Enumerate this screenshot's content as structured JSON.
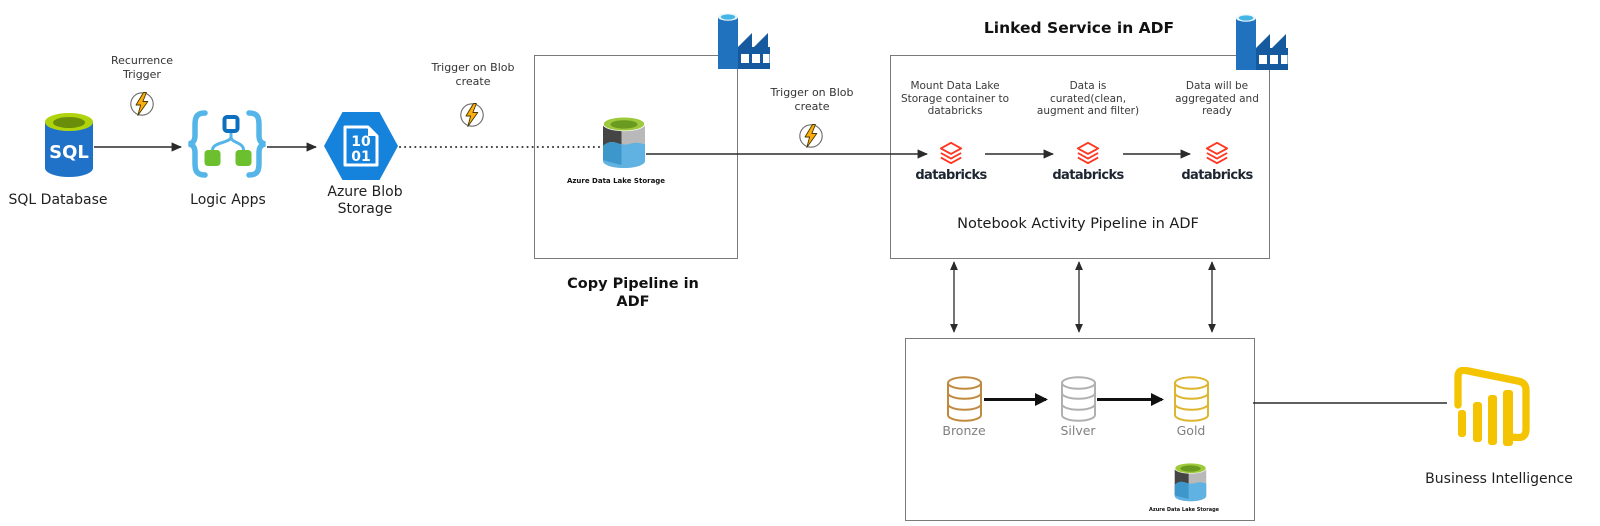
{
  "nodes": {
    "sql_database": {
      "label": "SQL Database",
      "icon_text": "SQL"
    },
    "logic_apps": {
      "label": "Logic Apps"
    },
    "azure_blob_storage": {
      "label": "Azure Blob\nStorage",
      "icon_line1": "10",
      "icon_line2": "01"
    },
    "business_intelligence": {
      "label": "Business Intelligence"
    }
  },
  "annotations": {
    "recurrence_trigger": "Recurrence\nTrigger",
    "trigger_on_blob_create_1": "Trigger on Blob\ncreate",
    "trigger_on_blob_create_2": "Trigger on Blob\ncreate"
  },
  "copy_pipeline_box": {
    "datalake_label": "Azure Data Lake Storage",
    "caption": "Copy Pipeline in\nADF"
  },
  "linked_service_box": {
    "title": "Linked Service in ADF",
    "caption": "Notebook Activity Pipeline in ADF",
    "steps": [
      {
        "note": "Mount Data Lake\nStorage container to\ndatabricks",
        "brand": "databricks"
      },
      {
        "note": "Data is\ncurated(clean,\naugment and filter)",
        "brand": "databricks"
      },
      {
        "note": "Data will be\naggregated and\nready",
        "brand": "databricks"
      }
    ]
  },
  "medallion_box": {
    "tiers": [
      "Bronze",
      "Silver",
      "Gold"
    ],
    "datalake_label": "Azure Data Lake Storage"
  },
  "colors": {
    "azure_blue": "#1F72C8",
    "hexagon_blue": "#1583DC",
    "lime_green": "#9DC93B",
    "logic_green": "#6CBF2D",
    "logic_brace_blue": "#55B5E8",
    "databricks_red": "#FF3621",
    "power_bi_yellow": "#F5C400",
    "bronze": "#C08A3E",
    "silver": "#B0B0B0",
    "gold": "#DDB52F",
    "factory_blue": "#15599F"
  }
}
